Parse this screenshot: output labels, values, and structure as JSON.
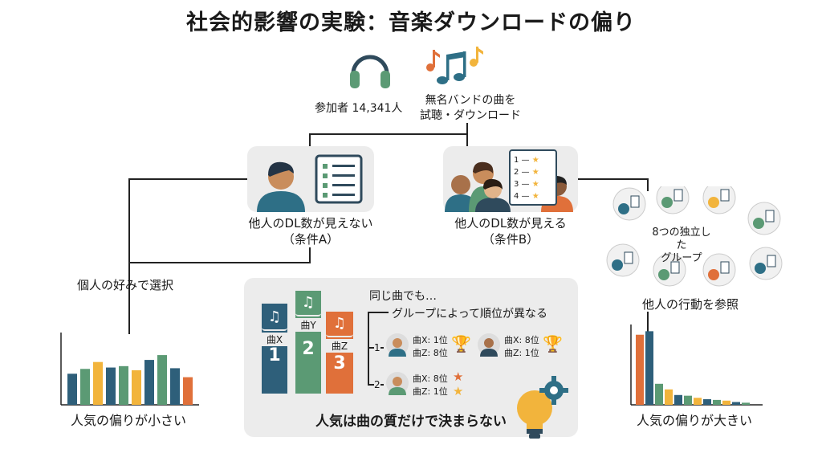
{
  "title": "社会的影響の実験：音楽ダウンロードの偏り",
  "participants": "参加者 14,341人",
  "task_line1": "無名バンドの曲を",
  "task_line2": "試聴・ダウンロード",
  "condition_a": {
    "line1": "他人のDL数が見えない",
    "line2": "（条件A）"
  },
  "condition_b": {
    "line1": "他人のDL数が見える",
    "line2": "（条件B）"
  },
  "ranking_list": [
    "1",
    "2",
    "3",
    "4"
  ],
  "left_note": "個人の好みで選択",
  "groups": {
    "line1": "8つの独立した",
    "line2": "グループ"
  },
  "right_note": "他人の行動を参照",
  "center_panel": {
    "heading1": "同じ曲でも…",
    "heading2": "グループによって順位が異なる",
    "songs": [
      {
        "name": "曲X",
        "rank": "1",
        "color": "#2e5f7a"
      },
      {
        "name": "曲Y",
        "rank": "2",
        "color": "#5b9a74"
      },
      {
        "name": "曲Z",
        "rank": "3",
        "color": "#e0703a"
      }
    ],
    "group1": {
      "label": "1",
      "a": {
        "line1": "曲X: 1位",
        "line2": "曲Z: 8位"
      },
      "b": {
        "line1": "曲X: 8位",
        "line2": "曲Z: 1位"
      }
    },
    "group2": {
      "label": "2",
      "a": {
        "line1": "曲X: 8位",
        "line2": "曲Z: 1位"
      }
    },
    "footer": "人気は曲の質だけで決まらない"
  },
  "left_chart_caption": "人気の偏りが小さい",
  "right_chart_caption": "人気の偏りが大きい",
  "chart_data": [
    {
      "type": "bar",
      "name": "condition-a",
      "values": [
        4.5,
        5.2,
        6.2,
        5.4,
        5.6,
        5.0,
        6.5,
        7.2,
        5.3,
        4.0
      ],
      "colors": [
        "#2e5f7a",
        "#5b9a74",
        "#f2b43c",
        "#2e5f7a",
        "#5b9a74",
        "#f2b43c",
        "#2e5f7a",
        "#5b9a74",
        "#2e5f7a",
        "#e0703a"
      ],
      "ylim": [
        0,
        10
      ]
    },
    {
      "type": "bar",
      "name": "condition-b",
      "values": [
        10,
        10.5,
        3.0,
        2.2,
        1.4,
        1.3,
        1.0,
        0.8,
        0.7,
        0.6,
        0.4,
        0.3
      ],
      "colors": [
        "#e0703a",
        "#2e5f7a",
        "#5b9a74",
        "#f2b43c",
        "#2e5f7a",
        "#5b9a74",
        "#f2b43c",
        "#2e5f7a",
        "#5b9a74",
        "#f2b43c",
        "#2e5f7a",
        "#5b9a74"
      ],
      "ylim": [
        0,
        11
      ]
    }
  ]
}
